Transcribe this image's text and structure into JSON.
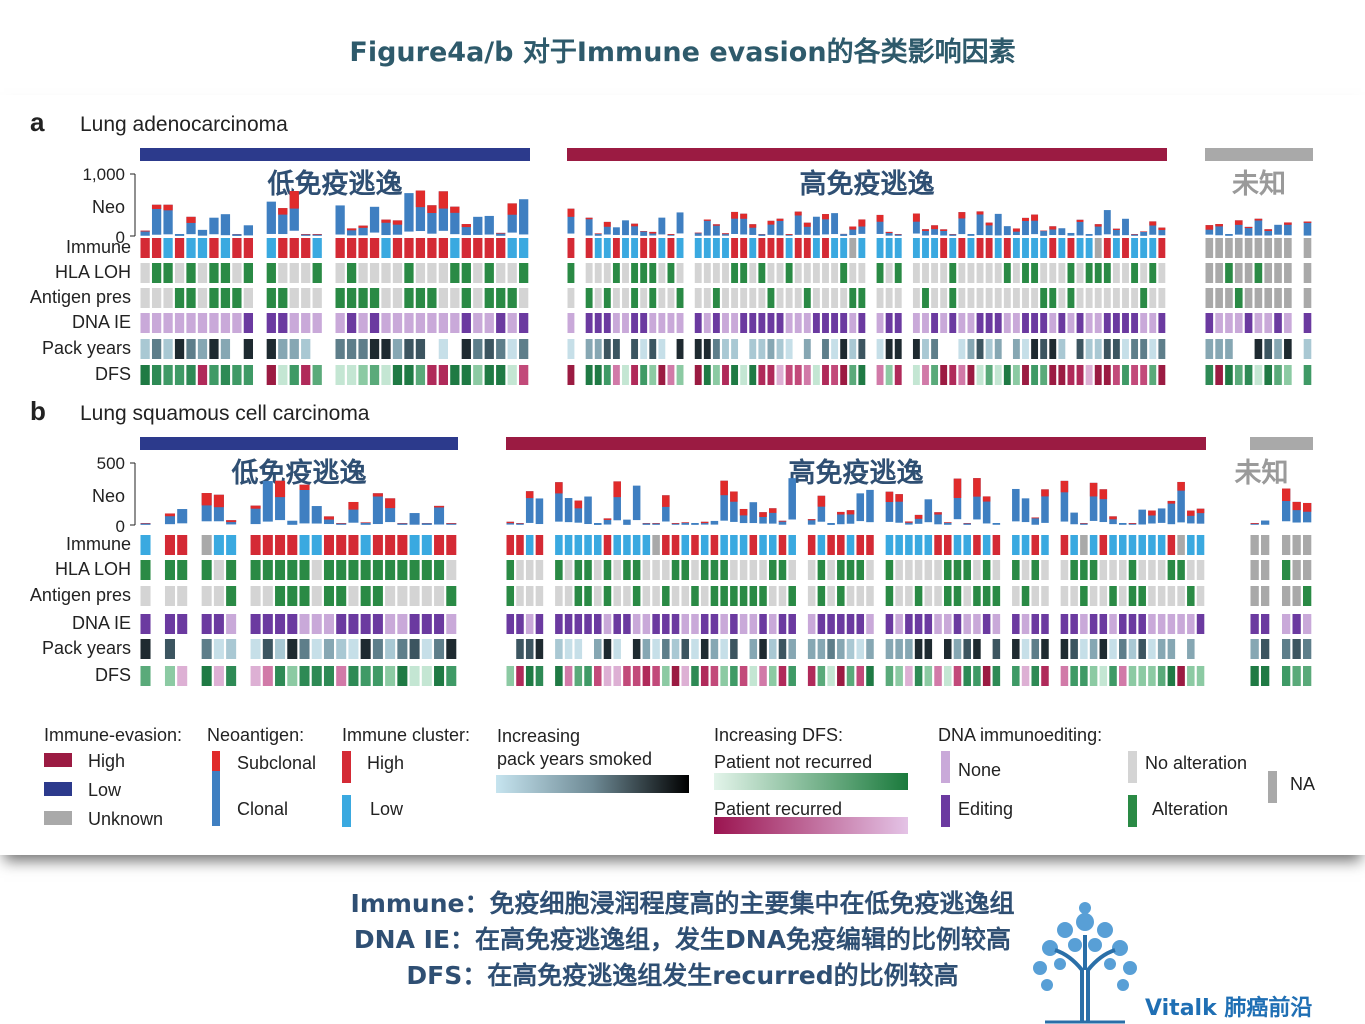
{
  "page_title": "Figure4a/b 对于Immune evasion的各类影响因素",
  "chart_data": [
    {
      "type": "heatmap",
      "panel_letter": "a",
      "title": "Lung adenocarcinoma",
      "y_axis": {
        "ticks": [
          "1,000",
          "Neo",
          "0"
        ],
        "ylim": [
          0,
          1000
        ]
      },
      "row_labels": [
        "Immune",
        "HLA LOH",
        "Antigen pres",
        "DNA IE",
        "Pack years",
        "DFS"
      ],
      "groups": [
        {
          "label": "低免疫逃逸",
          "immune_evasion": "Low",
          "color": "#2c3a8c"
        },
        {
          "label": "高免疫逃逸",
          "immune_evasion": "High",
          "color": "#9b1b42"
        },
        {
          "label": "未知",
          "immune_evasion": "Unknown",
          "color": "#a9a9a9"
        }
      ]
    },
    {
      "type": "heatmap",
      "panel_letter": "b",
      "title": "Lung squamous cell carcinoma",
      "y_axis": {
        "ticks": [
          "500",
          "Neo",
          "0"
        ],
        "ylim": [
          0,
          500
        ]
      },
      "row_labels": [
        "Immune",
        "HLA LOH",
        "Antigen pres",
        "DNA IE",
        "Pack years",
        "DFS"
      ],
      "groups": [
        {
          "label": "低免疫逃逸",
          "immune_evasion": "Low",
          "color": "#2c3a8c"
        },
        {
          "label": "高免疫逃逸",
          "immune_evasion": "High",
          "color": "#9b1b42"
        },
        {
          "label": "未知",
          "immune_evasion": "Unknown",
          "color": "#a9a9a9"
        }
      ]
    }
  ],
  "legend": {
    "immune_evasion": {
      "title": "Immune-evasion:",
      "items": [
        {
          "label": "High",
          "color": "#9b1b42"
        },
        {
          "label": "Low",
          "color": "#2c3a8c"
        },
        {
          "label": "Unknown",
          "color": "#a9a9a9"
        }
      ]
    },
    "neoantigen": {
      "title": "Neoantigen:",
      "items": [
        {
          "label": "Subclonal",
          "color": "#e02b2b"
        },
        {
          "label": "Clonal",
          "color": "#3f7fc1"
        }
      ]
    },
    "immune_cluster": {
      "title": "Immune cluster:",
      "items": [
        {
          "label": "High",
          "color": "#d42a35"
        },
        {
          "label": "Low",
          "color": "#3aa9e0"
        }
      ]
    },
    "pack_years": {
      "title_line1": "Increasing",
      "title_line2": "pack years smoked"
    },
    "dfs": {
      "title": "Increasing DFS:",
      "not_recurred": "Patient not recurred",
      "recurred": "Patient recurred"
    },
    "dna_ie": {
      "title": "DNA immunoediting:",
      "items": [
        {
          "label": "None",
          "color": "#c9a9d9"
        },
        {
          "label": "Editing",
          "color": "#6b3aa0"
        },
        {
          "label": "No alteration",
          "color": "#d4d4d4"
        },
        {
          "label": "Alteration",
          "color": "#2a8a45"
        }
      ]
    },
    "na": {
      "label": "NA",
      "color": "#a9a9a9"
    }
  },
  "colors": {
    "clonal": "#3f7fc1",
    "subclonal": "#e02b2b",
    "immune_high": "#d42a35",
    "immune_low": "#3aa9e0",
    "grey": "#d4d4d4",
    "na": "#a9a9a9",
    "green_alt": "#2a8a45",
    "dna_none": "#c9a9d9",
    "dna_edit": "#6b3aa0"
  },
  "summary": [
    "Immune：免疫细胞浸润程度高的主要集中在低免疫逃逸组",
    "DNA IE：在高免疫逃逸组，发生DNA免疫编辑的比例较高",
    "DFS：在高免疫逃逸组发生recurred的比例较高"
  ],
  "logo_text": "Vitalk 肺癌前沿"
}
